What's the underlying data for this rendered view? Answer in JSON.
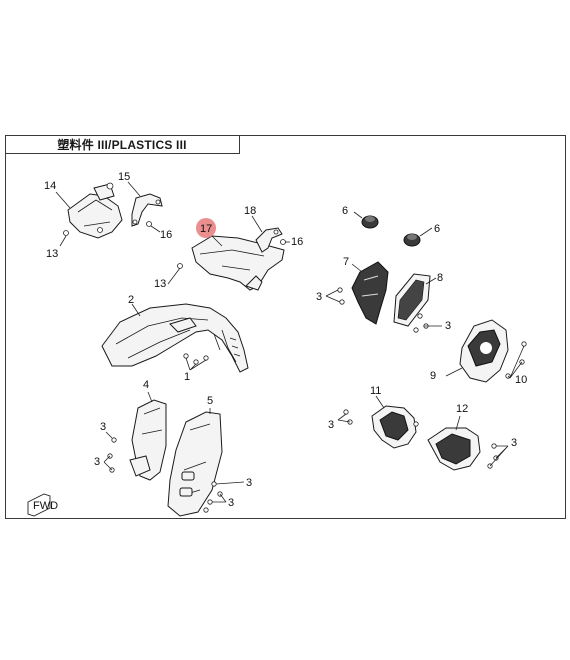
{
  "title": "塑料件 III/PLASTICS III",
  "highlight_color": "#e87a7a",
  "callouts": [
    {
      "id": "14",
      "text": "14"
    },
    {
      "id": "15",
      "text": "15"
    },
    {
      "id": "13a",
      "text": "13"
    },
    {
      "id": "16a",
      "text": "16"
    },
    {
      "id": "17",
      "text": "17",
      "highlighted": true
    },
    {
      "id": "18",
      "text": "18"
    },
    {
      "id": "16b",
      "text": "16"
    },
    {
      "id": "13b",
      "text": "13"
    },
    {
      "id": "6a",
      "text": "6"
    },
    {
      "id": "6b",
      "text": "6"
    },
    {
      "id": "7",
      "text": "7"
    },
    {
      "id": "8",
      "text": "8"
    },
    {
      "id": "3a",
      "text": "3"
    },
    {
      "id": "3b",
      "text": "3"
    },
    {
      "id": "9",
      "text": "9"
    },
    {
      "id": "10",
      "text": "10"
    },
    {
      "id": "2",
      "text": "2"
    },
    {
      "id": "1",
      "text": "1"
    },
    {
      "id": "4",
      "text": "4"
    },
    {
      "id": "5",
      "text": "5"
    },
    {
      "id": "3c",
      "text": "3"
    },
    {
      "id": "3d",
      "text": "3"
    },
    {
      "id": "3e",
      "text": "3"
    },
    {
      "id": "3f",
      "text": "3"
    },
    {
      "id": "11",
      "text": "11"
    },
    {
      "id": "12",
      "text": "12"
    },
    {
      "id": "3g",
      "text": "3"
    },
    {
      "id": "3h",
      "text": "3"
    }
  ],
  "front_marker": "FWD"
}
